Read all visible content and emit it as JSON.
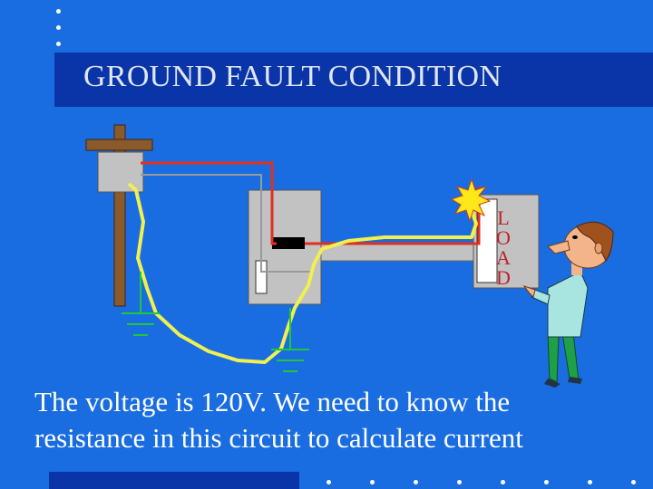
{
  "slide": {
    "title": "GROUND FAULT CONDITION",
    "caption_line1": "The voltage is 120V.  We need to know the",
    "caption_line2": "resistance in this circuit to calculate current"
  },
  "diagram": {
    "load_letters": [
      "L",
      "O",
      "A",
      "D"
    ]
  },
  "colors": {
    "background": "#1a6de0",
    "title_bar": "#0a35a8",
    "hot_wire": "#e0301e",
    "fault_path": "#f0f050",
    "spark": "#ffe81a"
  },
  "icons": {
    "pole": "utility-pole-icon",
    "person": "pointing-man-icon",
    "spark": "spark-icon",
    "ground": "ground-symbol-icon"
  }
}
